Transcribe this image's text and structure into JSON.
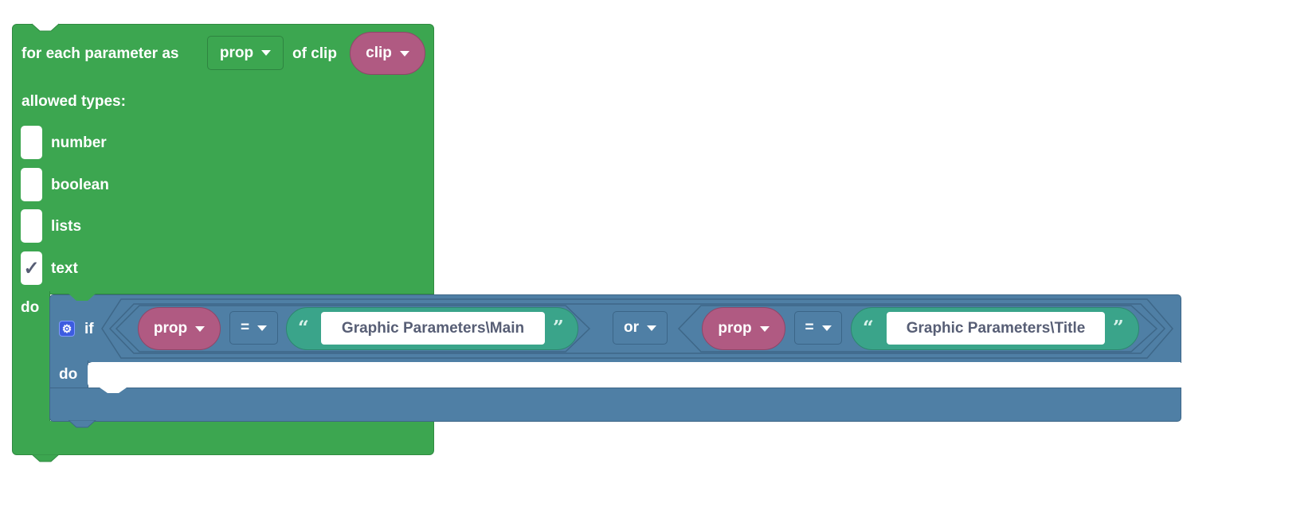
{
  "foreach_block": {
    "label_prefix": "for each parameter as",
    "variable": "prop",
    "label_of": "of clip",
    "clip_variable": "clip",
    "allowed_label": "allowed types:",
    "types": [
      {
        "label": "number",
        "checked": false
      },
      {
        "label": "boolean",
        "checked": false
      },
      {
        "label": "lists",
        "checked": false
      },
      {
        "label": "text",
        "checked": true
      }
    ],
    "check_mark": "✓",
    "do_label": "do"
  },
  "if_block": {
    "if_label": "if",
    "do_label": "do",
    "or_operator": "or",
    "left": {
      "variable": "prop",
      "operator": "=",
      "open_quote": "“",
      "text": "Graphic Parameters\\Main",
      "close_quote": "”"
    },
    "right": {
      "variable": "prop",
      "operator": "=",
      "open_quote": "“",
      "text": "Graphic Parameters\\Title",
      "close_quote": "”"
    }
  },
  "colors": {
    "loop": "#3ca650",
    "logic": "#4f7fa5",
    "variable": "#b05a82",
    "text": "#3aa48a"
  }
}
